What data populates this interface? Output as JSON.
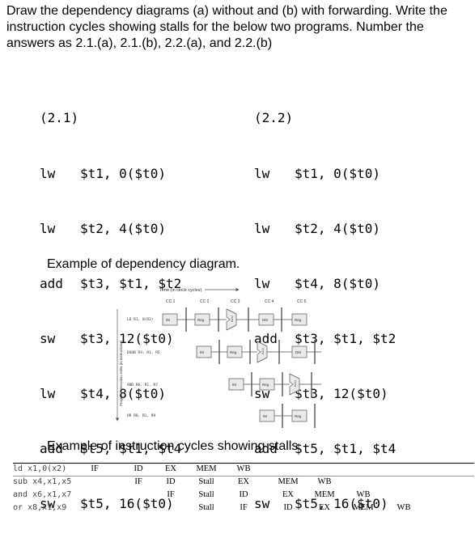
{
  "instructions": "Draw the dependency diagrams (a) without and (b) with forwarding. Write the instruction cycles showing stalls for the below two programs. Number the answers as 2.1.(a), 2.1.(b), 2.2.(a), and 2.2.(b)",
  "program_21": {
    "label": "(2.1)",
    "lines": [
      {
        "op": "lw",
        "args": "$t1, 0($t0)"
      },
      {
        "op": "lw",
        "args": "$t2, 4($t0)"
      },
      {
        "op": "add",
        "args": "$t3, $t1, $t2"
      },
      {
        "op": "sw",
        "args": "$t3, 12($t0)"
      },
      {
        "op": "lw",
        "args": "$t4, 8($t0)"
      },
      {
        "op": "add",
        "args": "$t5, $t1, $t4"
      },
      {
        "op": "sw",
        "args": "$t5, 16($t0)"
      }
    ]
  },
  "program_22": {
    "label": "(2.2)",
    "lines": [
      {
        "op": "lw",
        "args": "$t1, 0($t0)"
      },
      {
        "op": "lw",
        "args": "$t2, 4($t0)"
      },
      {
        "op": "lw",
        "args": "$t4, 8($t0)"
      },
      {
        "op": "add",
        "args": "$t3, $t1, $t2"
      },
      {
        "op": "sw",
        "args": "$t3, 12($t0)"
      },
      {
        "op": "add",
        "args": "$t5, $t1, $t4"
      },
      {
        "op": "sw",
        "args": "$t5, 16($t0)"
      }
    ]
  },
  "dependency_heading": "Example of dependency diagram.",
  "diagram": {
    "time_label": "Time (in clock cycles)",
    "order_label": "Program execution order (in instructions)",
    "cycles": [
      "CC 1",
      "CC 2",
      "CC 3",
      "CC 4",
      "CC 5"
    ],
    "instructions": [
      "LD R1, 0(R2)",
      "DSUB R4, R1, R5",
      "AND R6, R1, R7",
      "OR R8, R1, R9"
    ],
    "stage_labels": {
      "im": "IM",
      "reg": "Reg",
      "alu": "ALU",
      "dm": "DM"
    }
  },
  "stall_heading": "Example of instruction cycles showing stalls",
  "stall_table": [
    {
      "instr": "ld x1,0(x2)",
      "cells": [
        "IF",
        "ID",
        "EX",
        "MEM",
        "WB",
        "",
        "",
        "",
        ""
      ]
    },
    {
      "instr": "sub x4,x1,x5",
      "cells": [
        "",
        "IF",
        "ID",
        "Stall",
        "EX",
        "MEM",
        "WB",
        "",
        ""
      ]
    },
    {
      "instr": "and x6,x1,x7",
      "cells": [
        "",
        "",
        "IF",
        "Stall",
        "ID",
        "EX",
        "MEM",
        "WB",
        ""
      ]
    },
    {
      "instr": "or x8,x1,x9",
      "cells": [
        "",
        "",
        "",
        "Stall",
        "IF",
        "ID",
        "EX",
        "MEM",
        "WB"
      ]
    }
  ]
}
